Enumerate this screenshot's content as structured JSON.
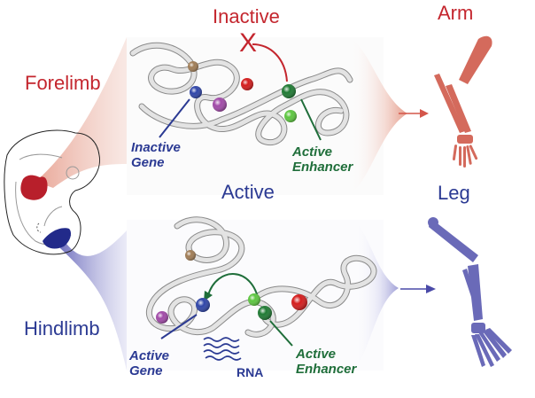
{
  "title": "Limb-specific chromatin regulation",
  "colors": {
    "forelimb_red": "#c4262e",
    "hindlimb_blue": "#2b3a93",
    "arm_bone": "#d46a5c",
    "leg_bone": "#6a6ab8",
    "enhancer_green": "#1f6e3a",
    "chromatin_gray": "#d8d8d8"
  },
  "top_panel": {
    "state_label": "Inactive",
    "block_mark": "X",
    "tissue_label": "Forelimb",
    "gene_label_line1": "Inactive",
    "gene_label_line2": "Gene",
    "enhancer_label_line1": "Active",
    "enhancer_label_line2": "Enhancer",
    "outcome_label": "Arm"
  },
  "bottom_panel": {
    "state_label": "Active",
    "tissue_label": "Hindlimb",
    "gene_label_line1": "Active",
    "gene_label_line2": "Gene",
    "rna_label": "RNA",
    "enhancer_label_line1": "Active",
    "enhancer_label_line2": "Enhancer",
    "outcome_label": "Leg"
  },
  "spheres": [
    {
      "name": "brown-locus",
      "color": "#a07c55"
    },
    {
      "name": "gene-locus",
      "color": "#2f45a8"
    },
    {
      "name": "magenta-locus",
      "color": "#a14aa8"
    },
    {
      "name": "red-locus",
      "color": "#d41c1c"
    },
    {
      "name": "enhancer-locus",
      "color": "#1f7a33"
    },
    {
      "name": "light-green-locus",
      "color": "#5cc63f"
    }
  ]
}
